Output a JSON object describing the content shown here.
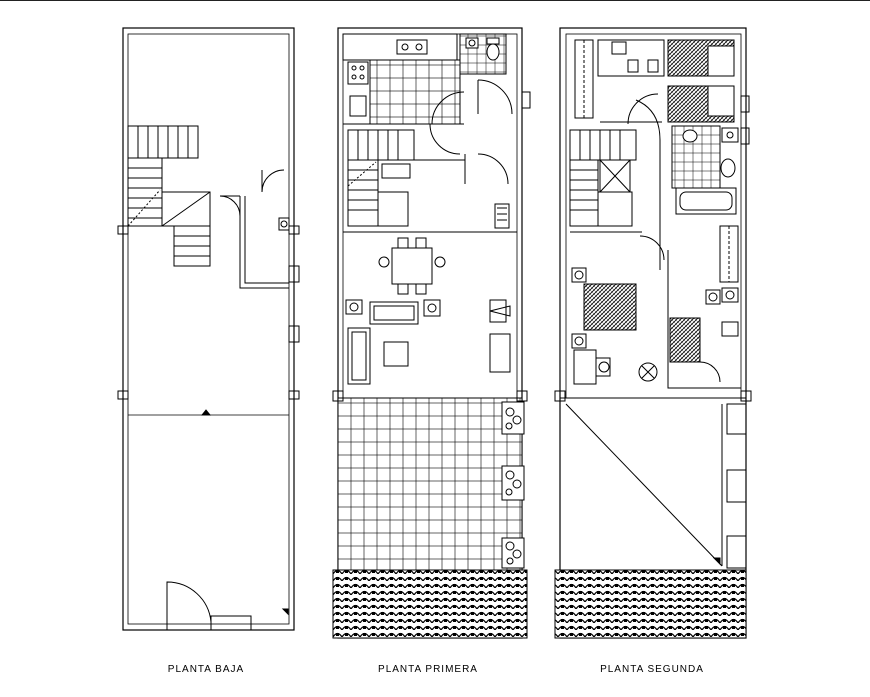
{
  "labels": {
    "ground": "PLANTA BAJA",
    "first": "PLANTA PRIMERA",
    "second": "PLANTA SEGUNDA"
  },
  "colors": {
    "line": "#000000",
    "background": "#ffffff"
  }
}
